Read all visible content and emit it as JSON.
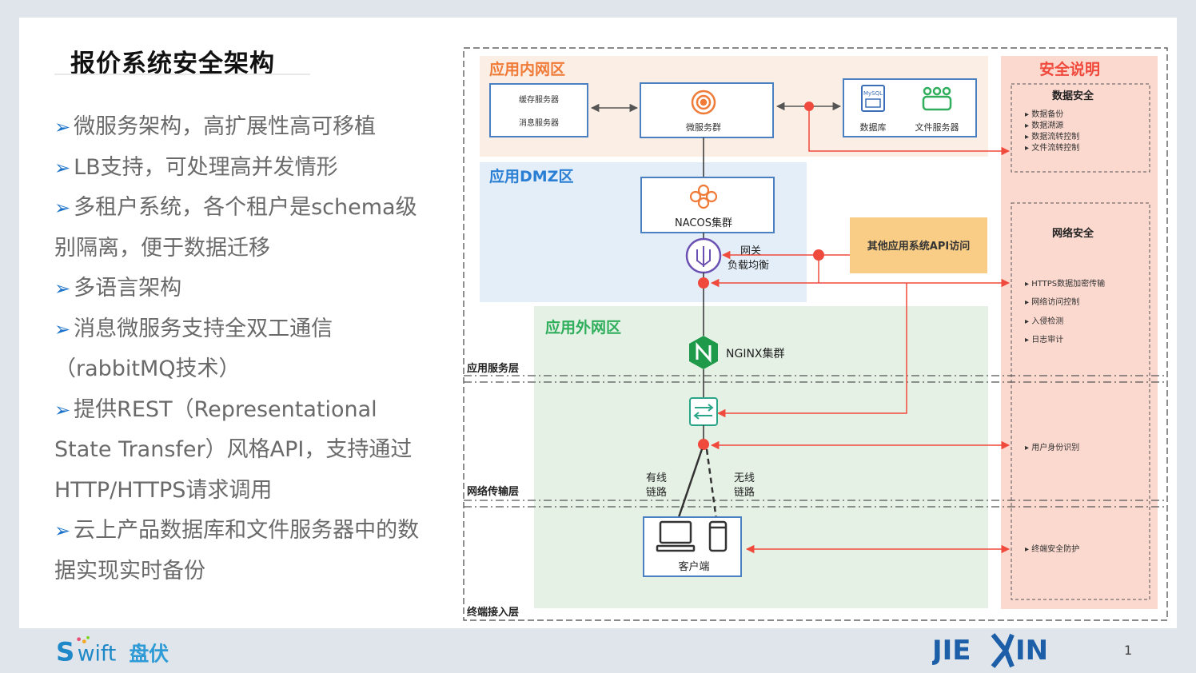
{
  "title": "报价系统安全架构",
  "bullets": [
    "微服务架构，高扩展性高可移植",
    "LB支持，可处理高并发情形",
    "多租户系统，各个租户是schema级别隔离，便于数据迁移",
    "多语言架构",
    "消息微服务支持全双工通信（rabbitMQ技术）",
    "提供REST（Representational State Transfer）风格API，支持通过HTTP/HTTPS请求调用",
    "云上产品数据库和文件服务器中的数据实现实时备份"
  ],
  "diagram": {
    "zones": {
      "internal": "应用内网区",
      "dmz": "应用DMZ区",
      "external": "应用外网区",
      "security": "安全说明"
    },
    "layers": {
      "app_service": "应用服务层",
      "network": "网络传输层",
      "terminal": "终端接入层"
    },
    "nodes": {
      "cache_server": "缓存服务器",
      "message_server": "消息服务器",
      "microservice_cluster": "微服务群",
      "database": "数据库",
      "mysql": "MySQL",
      "file_server": "文件服务器",
      "nacos": "NACOS集群",
      "gateway_line1": "网关",
      "gateway_line2": "负载均衡",
      "other_api": "其他应用系统API访问",
      "nginx": "NGINX集群",
      "wired_line1": "有线",
      "wired_line2": "链路",
      "wireless_line1": "无线",
      "wireless_line2": "链路",
      "client": "客户端"
    },
    "security": {
      "data_title": "数据安全",
      "data_items": [
        "数据备份",
        "数据溯源",
        "数据流转控制",
        "文件流转控制"
      ],
      "net_title": "网络安全",
      "net_items": [
        "HTTPS数据加密传输",
        "网络访问控制",
        "入侵检测",
        "日志审计"
      ],
      "identity": "用户身份识别",
      "terminal": "终端安全防护"
    },
    "colors": {
      "internal_bg": "#fbeee4",
      "dmz_bg": "#e3eef8",
      "external_bg": "#e6f1e6",
      "security_bg": "#fcd9cf",
      "accent_red": "#ef4a3c",
      "zone_label_orange": "#f07b38",
      "zone_label_blue": "#2a7fd4",
      "zone_label_green": "#2fae5c",
      "box_border": "#4a7fc1",
      "other_api_bg": "#f9cd86"
    }
  },
  "footer": {
    "logo_left_mark": "S",
    "logo_left_text": "wift",
    "logo_left_cn": "盘伏",
    "logo_right_left": "JIE",
    "logo_right_right": "IN",
    "page_number": "1"
  }
}
